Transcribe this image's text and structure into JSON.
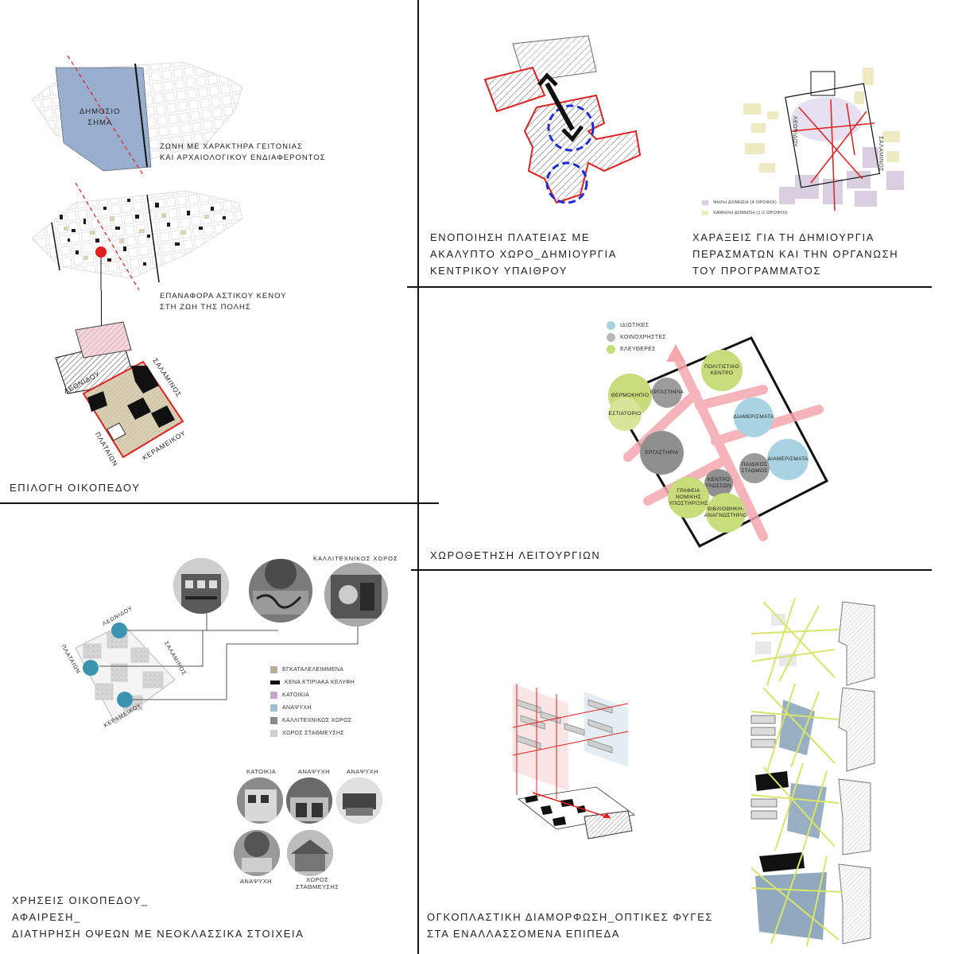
{
  "panel1": {
    "public_land_label_line1": "ΔΗΜΟΣΙΟ",
    "public_land_label_line2": "ΣΗΜΑ",
    "zone_caption_line1": "ΖΩΝΗ ΜΕ ΧΑΡΑΚΤΗΡΑ ΓΕΙΤΟΝΙΑΣ",
    "zone_caption_line2": "ΚΑΙ ΑΡΧΑΙΟΛΟΓΙΚΟΥ ΕΝΔΙΑΦΕΡΟΝΤΟΣ",
    "restore_caption_line1": "ΕΠΑΝΑΦΟΡΑ ΑΣΤΙΚΟΥ ΚΕΝΟΥ",
    "restore_caption_line2": "ΣΤΗ ΖΩΗ ΤΗΣ ΠΟΛΗΣ",
    "streets": {
      "leonidou": "ΛΕΩΝΙΔΟΥ",
      "salaminos": "ΣΑΛΑΜΙΝΟΣ",
      "plataion": "ΠΛΑΤΑΙΩΝ",
      "kerameikou": "ΚΕΡΑΜΕΙΚΟΥ"
    },
    "title": "ΕΠΙΛΟΓΗ ΟΙΚΟΠΕΔΟΥ"
  },
  "panel2": {
    "left_caption_line1": "ΕΝΟΠΟΙΗΣΗ ΠΛΑΤΕΙΑΣ ΜΕ",
    "left_caption_line2": "ΑΚΑΛΥΠΤΟ ΧΩΡΟ_ΔΗΜΙΟΥΡΓΙΑ",
    "left_caption_line3": "ΚΕΝΤΡΙΚΟΥ ΥΠΑΙΘΡΟΥ",
    "right_caption_line1": "ΧΑΡΑΞΕΙΣ ΓΙΑ ΤΗ ΔΗΜΙΟΥΡΓΙΑ",
    "right_caption_line2": "ΠΕΡΑΣΜΑΤΩΝ ΚΑΙ ΤΗΝ ΟΡΓΑΝΩΣΗ",
    "right_caption_line3": "ΤΟΥ ΠΡΟΓΡΑΜΜΑΤΟΣ",
    "street_left": "ΛΕΩΝΙΔΟΥ",
    "street_right": "ΣΑΛΑΜΙΝΟΣ",
    "legend": [
      {
        "label": "ΨΗΛΗ ΔΟΜΗΣΗ (4 ΟΡΟΦΟΙ)",
        "color": "#d9cfe0"
      },
      {
        "label": "ΧΑΜΗΛΗ ΔΟΜΗΣΗ (1-2 ΟΡΟΦΟΙ)",
        "color": "#eeeac2"
      }
    ]
  },
  "panel3": {
    "legend": [
      {
        "label": "ΙΔΙΩΤΙΚΕΣ",
        "color": "#a9d3e2"
      },
      {
        "label": "ΚΟΙΝΟΧΡΗΣΤΕΣ",
        "color": "#b8b8b8"
      },
      {
        "label": "ΕΛΕΥΘΕΡΕΣ",
        "color": "#c7dc7a"
      }
    ],
    "functions": {
      "cultural_center": "ΠΟΛΙΤΙΣΤΙΚΟ ΚΕΝΤΡΟ",
      "greenhouse": "ΘΕΡΜΟΚΗΠΙΟ",
      "workshops_top": "ΕΡΓΑΣΤΗΡΙΑ",
      "restaurant": "ΕΣΤΙΑΤΟΡΙΟ",
      "apartments_top": "ΔΙΑΜΕΡΙΣΜΑΤΑ",
      "workshops_mid": "ΕΡΓΑΣΤΗΡΙΑ",
      "apartments_mid": "ΔΙΑΜΕΡΙΣΜΑΤΑ",
      "kindergarten": "ΠΑΙΔΙΚΟΣ ΣΤΑΘΜΟΣ",
      "language_center": "ΚΕΝΤΡΟ ΓΛΩΣΣΩΝ",
      "legal_support": "ΓΡΑΦΕΙΑ ΝΟΜΙΚΗΣ ΥΠΟΣΤΗΡΙΞΗΣ",
      "library": "ΒΙΒΛΙΟΘΗΚΗ- ΑΝΑΓΝΩΣΤΗΡΙΟ"
    },
    "title": "ΧΩΡΟΘΕΤΗΣΗ ΛΕΙΤΟΥΡΓΙΩΝ"
  },
  "panel4": {
    "photo_label_art": "ΚΑΛΛΙΤΕΧΝΙΚΟΣ ΧΩΡΟΣ",
    "streets": {
      "leonidou": "ΛΕΩΝΙΔΟΥ",
      "plataion": "ΠΛΑΤΑΙΩΝ",
      "salaminos": "ΣΑΛΑΜΙΝΟΣ",
      "kerameikou": "ΚΕΡΑΜΕΙΚΟΥ"
    },
    "legend": [
      {
        "label": "ΕΓΚΑΤΑΛΕΛΕΙΜΜΕΝΑ",
        "color": "#b7ad9a"
      },
      {
        "label": "ΚΕΝΑ ΚΤΙΡΙΑΚΑ ΚΕΛΥΦΗ",
        "color": "#111111"
      },
      {
        "label": "ΚΑΤΟΙΚΙΑ",
        "color": "#c9a6c9"
      },
      {
        "label": "ΑΝΑΨΥΧΗ",
        "color": "#9fbfd0"
      },
      {
        "label": "ΚΑΛΛΙΤΕΧΝΙΚΟΣ ΧΩΡΟΣ",
        "color": "#8a8a8a"
      },
      {
        "label": "ΧΩΡΟΣ ΣΤΑΘΜΕΥΣΗΣ",
        "color": "#cfcfcf"
      }
    ],
    "photo_labels": {
      "housing": "ΚΑΤΟΙΚΙΑ",
      "recreation_1": "ΑΝΑΨΥΧΗ",
      "recreation_2": "ΑΝΑΨΥΧΗ",
      "recreation_3": "ΑΝΑΨΥΧΗ",
      "parking_line1": "ΧΩΡΟΣ",
      "parking_line2": "ΣΤΑΘΜΕΥΣΗΣ"
    },
    "title_line1": "ΧΡΗΣΕΙΣ ΟΙΚΟΠΕΔΟΥ_",
    "title_line2": "ΑΦΑΙΡΕΣΗ_",
    "title_line3": "ΔΙΑΤΗΡΗΣΗ ΟΨΕΩΝ ΜΕ ΝΕΟΚΛΑΣΣΙΚΑ ΣΤΟΙΧΕΙΑ"
  },
  "panel5": {
    "title_line1": "ΟΓΚΟΠΛΑΣΤΙΚΗ ΔΙΑΜΟΡΦΩΣΗ_ΟΠΤΙΚΕΣ ΦΥΓΕΣ",
    "title_line2": "ΣΤΑ ΕΝΑΛΛΑΣΣΟΜΕΝΑ ΕΠΙΠΕΔΑ"
  }
}
